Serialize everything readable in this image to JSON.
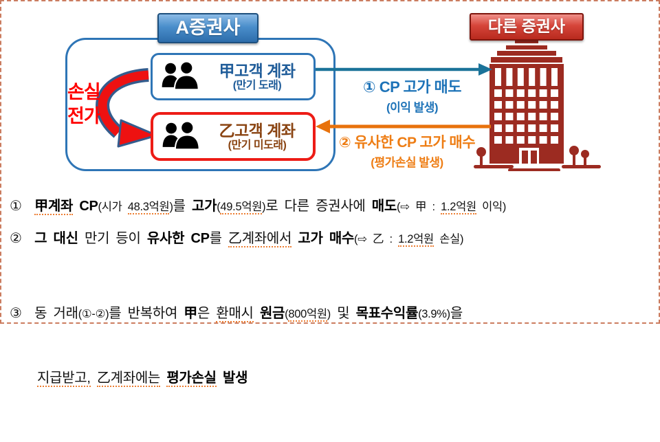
{
  "a_securities": {
    "label": "A증권사"
  },
  "other_securities": {
    "label": "다른 증권사"
  },
  "account_gap": {
    "title": "甲고객 계좌",
    "subtitle": "(만기 도래)"
  },
  "account_eul": {
    "title": "乙고객 계좌",
    "subtitle": "(만기 미도래)"
  },
  "loss_transfer": {
    "line1": "손실",
    "line2": "전가"
  },
  "sell_arrow": {
    "line1": "① CP 고가 매도",
    "line2": "(이익 발생)"
  },
  "buy_arrow": {
    "line1": "② 유사한 CP 고가 매수",
    "line2": "(평가손실 발생)"
  },
  "palette": {
    "blue_border": "#2E75B6",
    "blue_text": "#1F5C99",
    "blue_arrow": "#1B7399",
    "red": "#ED1C16",
    "loss_red": "#FF0000",
    "orange": "#ED7D31",
    "orange_arrow": "#E8720C",
    "brown_text": "#8A4412",
    "building_red": "#9C2B21"
  },
  "notes": {
    "note1": [
      {
        "t": "①  ",
        "c": "n"
      },
      {
        "t": "甲계좌",
        "c": "bu"
      },
      {
        "t": " ",
        "c": "n"
      },
      {
        "t": "CP",
        "c": "b"
      },
      {
        "t": "(시가 ",
        "c": "s"
      },
      {
        "t": "48.3억원",
        "c": "su"
      },
      {
        "t": ")",
        "c": "s"
      },
      {
        "t": "를 ",
        "c": "n"
      },
      {
        "t": "고가",
        "c": "b"
      },
      {
        "t": "(",
        "c": "s"
      },
      {
        "t": "49.5억원",
        "c": "su"
      },
      {
        "t": ")",
        "c": "s"
      },
      {
        "t": "로 다른 증권사에 ",
        "c": "n"
      },
      {
        "t": "매도",
        "c": "b"
      },
      {
        "t": "(⇨ 甲 : ",
        "c": "s"
      },
      {
        "t": "1.2억원",
        "c": "su"
      },
      {
        "t": " 이익)",
        "c": "s"
      }
    ],
    "note2": [
      {
        "t": "②  ",
        "c": "n"
      },
      {
        "t": "그 대신",
        "c": "b"
      },
      {
        "t": " 만기 등이 ",
        "c": "n"
      },
      {
        "t": "유사한 CP",
        "c": "b"
      },
      {
        "t": "를 ",
        "c": "n"
      },
      {
        "t": "乙계좌에서",
        "c": "u"
      },
      {
        "t": " ",
        "c": "n"
      },
      {
        "t": "고가 매수",
        "c": "b"
      },
      {
        "t": "(⇨ 乙 : ",
        "c": "s"
      },
      {
        "t": "1.2억원",
        "c": "su"
      },
      {
        "t": " 손실)",
        "c": "s"
      }
    ],
    "note3a": [
      {
        "t": "③  동 거래",
        "c": "n"
      },
      {
        "t": "(①-②)",
        "c": "s"
      },
      {
        "t": "를 반복하여 ",
        "c": "n"
      },
      {
        "t": "甲",
        "c": "b"
      },
      {
        "t": "은 ",
        "c": "n"
      },
      {
        "t": "환매시",
        "c": "u"
      },
      {
        "t": " ",
        "c": "n"
      },
      {
        "t": "원금",
        "c": "b"
      },
      {
        "t": "(",
        "c": "s"
      },
      {
        "t": "800억원",
        "c": "su"
      },
      {
        "t": ")",
        "c": "s"
      },
      {
        "t": " 및 ",
        "c": "n"
      },
      {
        "t": "목표수익률",
        "c": "b"
      },
      {
        "t": "(3.9%)",
        "c": "s"
      },
      {
        "t": "을",
        "c": "n"
      }
    ],
    "note3b": [
      {
        "t": "지급받고,",
        "c": "u"
      },
      {
        "t": " ",
        "c": "n"
      },
      {
        "t": "乙계좌에는",
        "c": "u"
      },
      {
        "t": " ",
        "c": "n"
      },
      {
        "t": "평가손실",
        "c": "bu"
      },
      {
        "t": " 발생",
        "c": "b"
      }
    ]
  }
}
